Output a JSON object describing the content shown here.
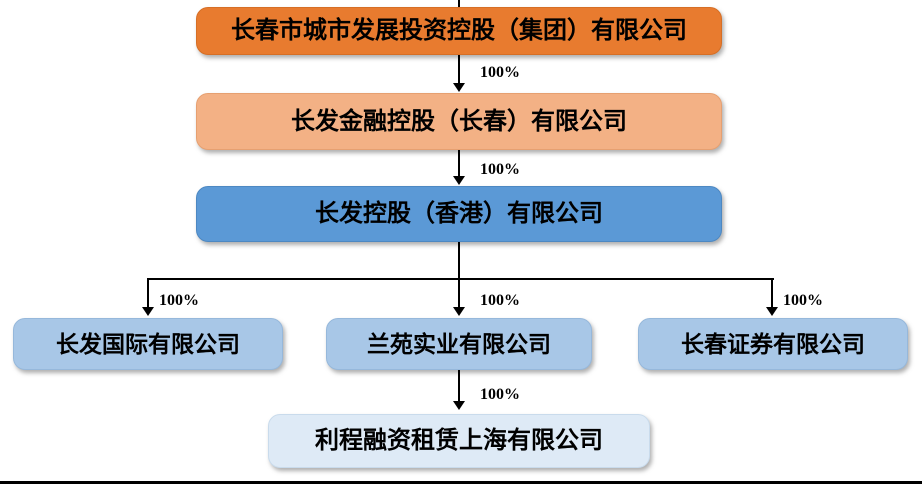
{
  "colors": {
    "background": "#FFFFFF",
    "node_parent_orange": "#E87B2F",
    "node_finance_peach": "#F3B185",
    "node_hongkong_blue": "#5B99D6",
    "node_subsidiary_lightblue": "#A8C7E7",
    "node_leasing_paleblue": "#DEEAF6",
    "connector_black": "#000000",
    "text_black": "#000000"
  },
  "chart": {
    "type": "corporate-ownership-org-diagram",
    "nodes": [
      {
        "id": "parent",
        "label": "长春市城市发展投资控股（集团）有限公司",
        "fill": "#E87B2F",
        "level": 1
      },
      {
        "id": "finance",
        "label": "长发金融控股（长春）有限公司",
        "fill": "#F3B185",
        "level": 2
      },
      {
        "id": "hongkong",
        "label": "长发控股（香港）有限公司",
        "fill": "#5B99D6",
        "level": 3
      },
      {
        "id": "international",
        "label": "长发国际有限公司",
        "fill": "#A8C7E7",
        "level": 4
      },
      {
        "id": "lanyuan",
        "label": "兰苑实业有限公司",
        "fill": "#A8C7E7",
        "level": 4
      },
      {
        "id": "securities",
        "label": "长春证券有限公司",
        "fill": "#A8C7E7",
        "level": 4
      },
      {
        "id": "leasing",
        "label": "利程融资租赁上海有限公司",
        "fill": "#DEEAF6",
        "level": 5
      }
    ],
    "edges": [
      {
        "from": "parent",
        "to": "finance",
        "label": "100%"
      },
      {
        "from": "finance",
        "to": "hongkong",
        "label": "100%"
      },
      {
        "from": "hongkong",
        "to": "international",
        "label": "100%"
      },
      {
        "from": "hongkong",
        "to": "lanyuan",
        "label": "100%"
      },
      {
        "from": "hongkong",
        "to": "securities",
        "label": "100%"
      },
      {
        "from": "lanyuan",
        "to": "leasing",
        "label": "100%"
      }
    ]
  }
}
